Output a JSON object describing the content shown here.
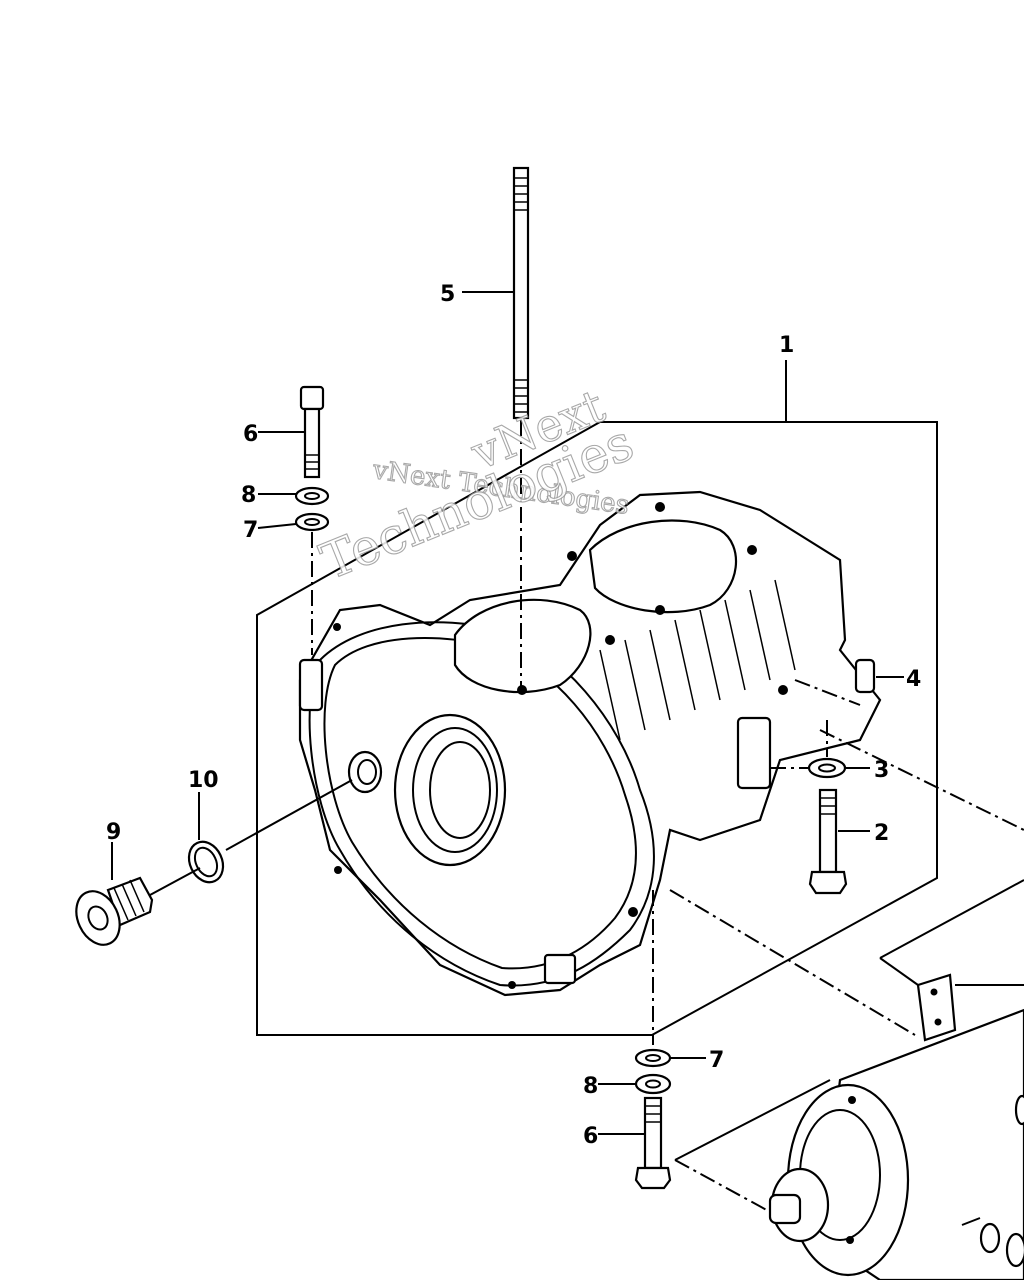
{
  "watermark": {
    "line1": "vNext Technologies",
    "line2": "vNext",
    "line3": "Technologies"
  },
  "callouts": {
    "c1": "1",
    "c2": "2",
    "c3": "3",
    "c4": "4",
    "c5": "5",
    "c6_top": "6",
    "c6_bottom": "6",
    "c7_top": "7",
    "c7_bottom": "7",
    "c8_top": "8",
    "c8_bottom": "8",
    "c9": "9",
    "c10": "10"
  }
}
